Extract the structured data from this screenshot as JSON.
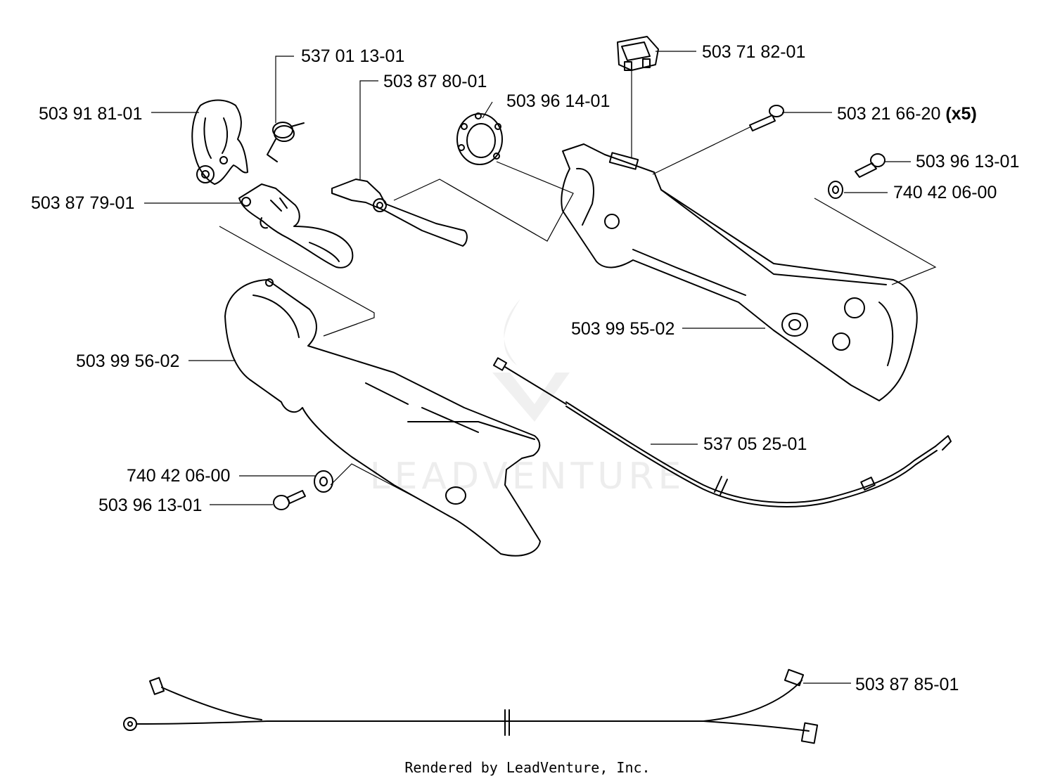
{
  "parts": [
    {
      "id": "p1",
      "number": "537 01 13-01"
    },
    {
      "id": "p2",
      "number": "503 87 80-01"
    },
    {
      "id": "p3",
      "number": "503 96 14-01"
    },
    {
      "id": "p4",
      "number": "503 71 82-01"
    },
    {
      "id": "p5",
      "number": "503 21 66-20",
      "qty": "(x5)"
    },
    {
      "id": "p6",
      "number": "503 96 13-01"
    },
    {
      "id": "p7",
      "number": "740 42 06-00"
    },
    {
      "id": "p8",
      "number": "503 91 81-01"
    },
    {
      "id": "p9",
      "number": "503 87 79-01"
    },
    {
      "id": "p10",
      "number": "503 99 55-02"
    },
    {
      "id": "p11",
      "number": "503 99 56-02"
    },
    {
      "id": "p12",
      "number": "537 05 25-01"
    },
    {
      "id": "p13",
      "number": "740 42 06-00"
    },
    {
      "id": "p14",
      "number": "503 96 13-01"
    },
    {
      "id": "p15",
      "number": "503 87 85-01"
    }
  ],
  "watermark": "LEADVENTURE",
  "footer": "Rendered by LeadVenture, Inc."
}
